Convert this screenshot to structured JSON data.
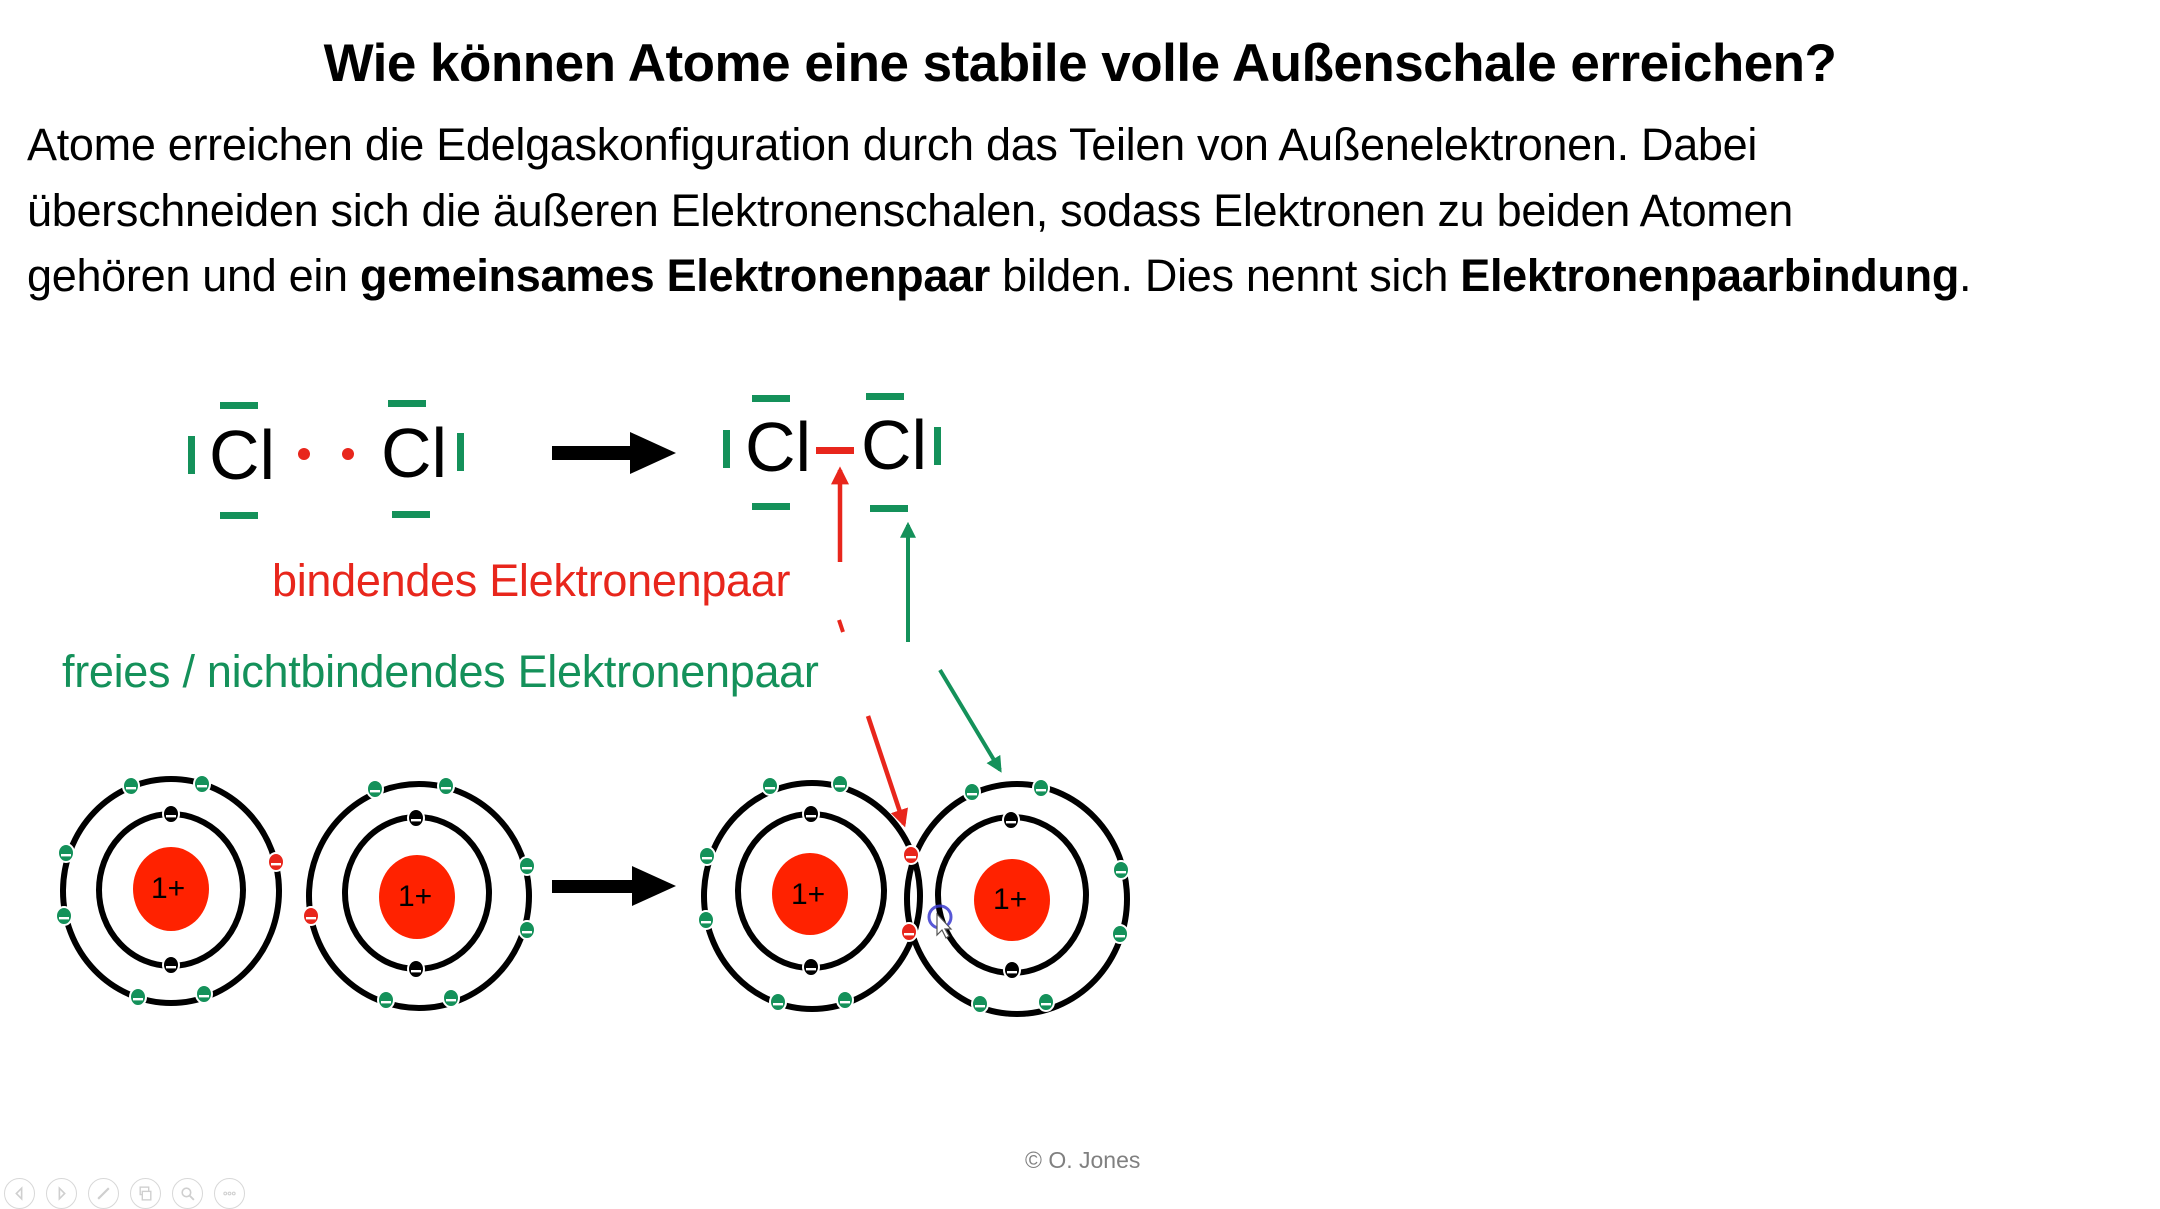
{
  "slide": {
    "title": "Wie können Atome eine stabile volle Außenschale erreichen?",
    "body": {
      "line1": "Atome erreichen die Edelgaskonfiguration durch das Teilen von Außenelektronen. Dabei",
      "line2": "überschneiden sich die äußeren Elektronenschalen, sodass Elektronen zu beiden Atomen",
      "line3_pre": "gehören und ein ",
      "line3_bold1": "gemeinsames Elektronenpaar",
      "line3_mid": " bilden. Dies nennt sich ",
      "line3_bold2": "Elektronenpaarbindung",
      "line3_end": "."
    },
    "lewis": {
      "element_symbol": "Cl",
      "left_pair": [
        "Cl",
        "Cl"
      ],
      "right_pair": [
        "Cl",
        "Cl"
      ]
    },
    "labels": {
      "bonding_pair": "bindendes Elektronenpaar",
      "lone_pair": "freies / nichtbindendes Elektronenpaar"
    },
    "atoms": {
      "nucleus_charge": "1+",
      "charges": [
        "1+",
        "1+",
        "1+",
        "1+"
      ]
    },
    "copyright": "© O. Jones",
    "colors": {
      "bonding": "#e8261c",
      "lone_pair": "#14915a",
      "nucleus": "#ff2200",
      "text": "#000000",
      "muted": "#808080"
    }
  },
  "slideshow_toolbar": {
    "buttons": [
      {
        "name": "previous",
        "icon": "triangle-left-icon"
      },
      {
        "name": "next",
        "icon": "triangle-right-icon"
      },
      {
        "name": "pen",
        "icon": "pen-icon"
      },
      {
        "name": "slides",
        "icon": "slides-icon"
      },
      {
        "name": "zoom",
        "icon": "magnifier-icon"
      },
      {
        "name": "more",
        "icon": "ellipsis-icon"
      }
    ]
  }
}
